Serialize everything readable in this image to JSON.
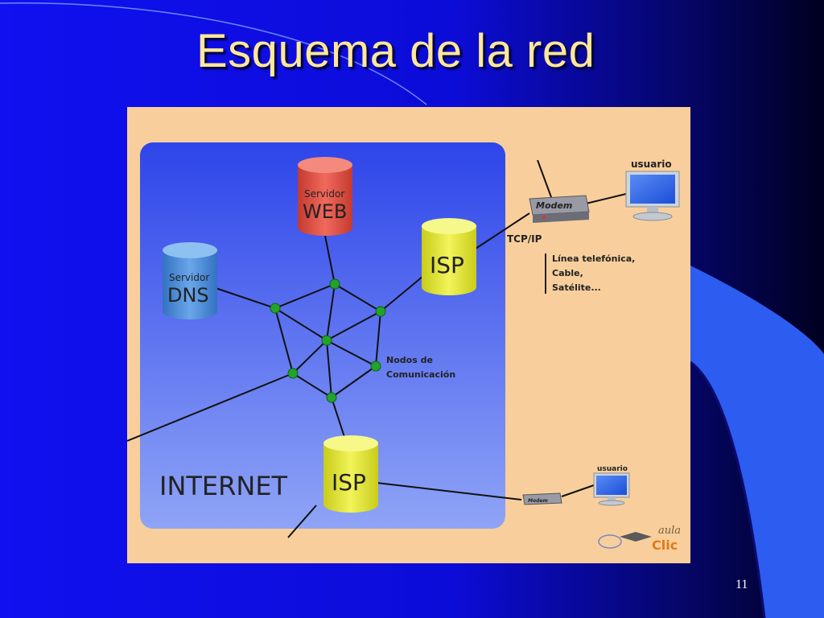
{
  "slide": {
    "title": "Esquema de la red",
    "page_number": "11"
  },
  "diagram": {
    "server_web": {
      "line1": "Servidor",
      "line2": "WEB"
    },
    "server_dns": {
      "line1": "Servidor",
      "line2": "DNS"
    },
    "isp_label": "ISP",
    "internet_label": "INTERNET",
    "nodes_label": {
      "line1": "Nodos de",
      "line2": "Comunicación"
    },
    "modem_label": "Modem",
    "protocol_label": "TCP/IP",
    "connection_types": [
      "Línea telefónica,",
      "Cable,",
      "Satélite..."
    ],
    "user_label": "usuario",
    "logo": {
      "line1": "aula",
      "line2": "Clic"
    },
    "colors": {
      "server_web": "#e8574a",
      "server_dns": "#4d8ed8",
      "isp": "#e6ea3a",
      "node": "#22a32a",
      "panel": "#f8cf9c",
      "internet_area": "#3a56ee"
    }
  }
}
